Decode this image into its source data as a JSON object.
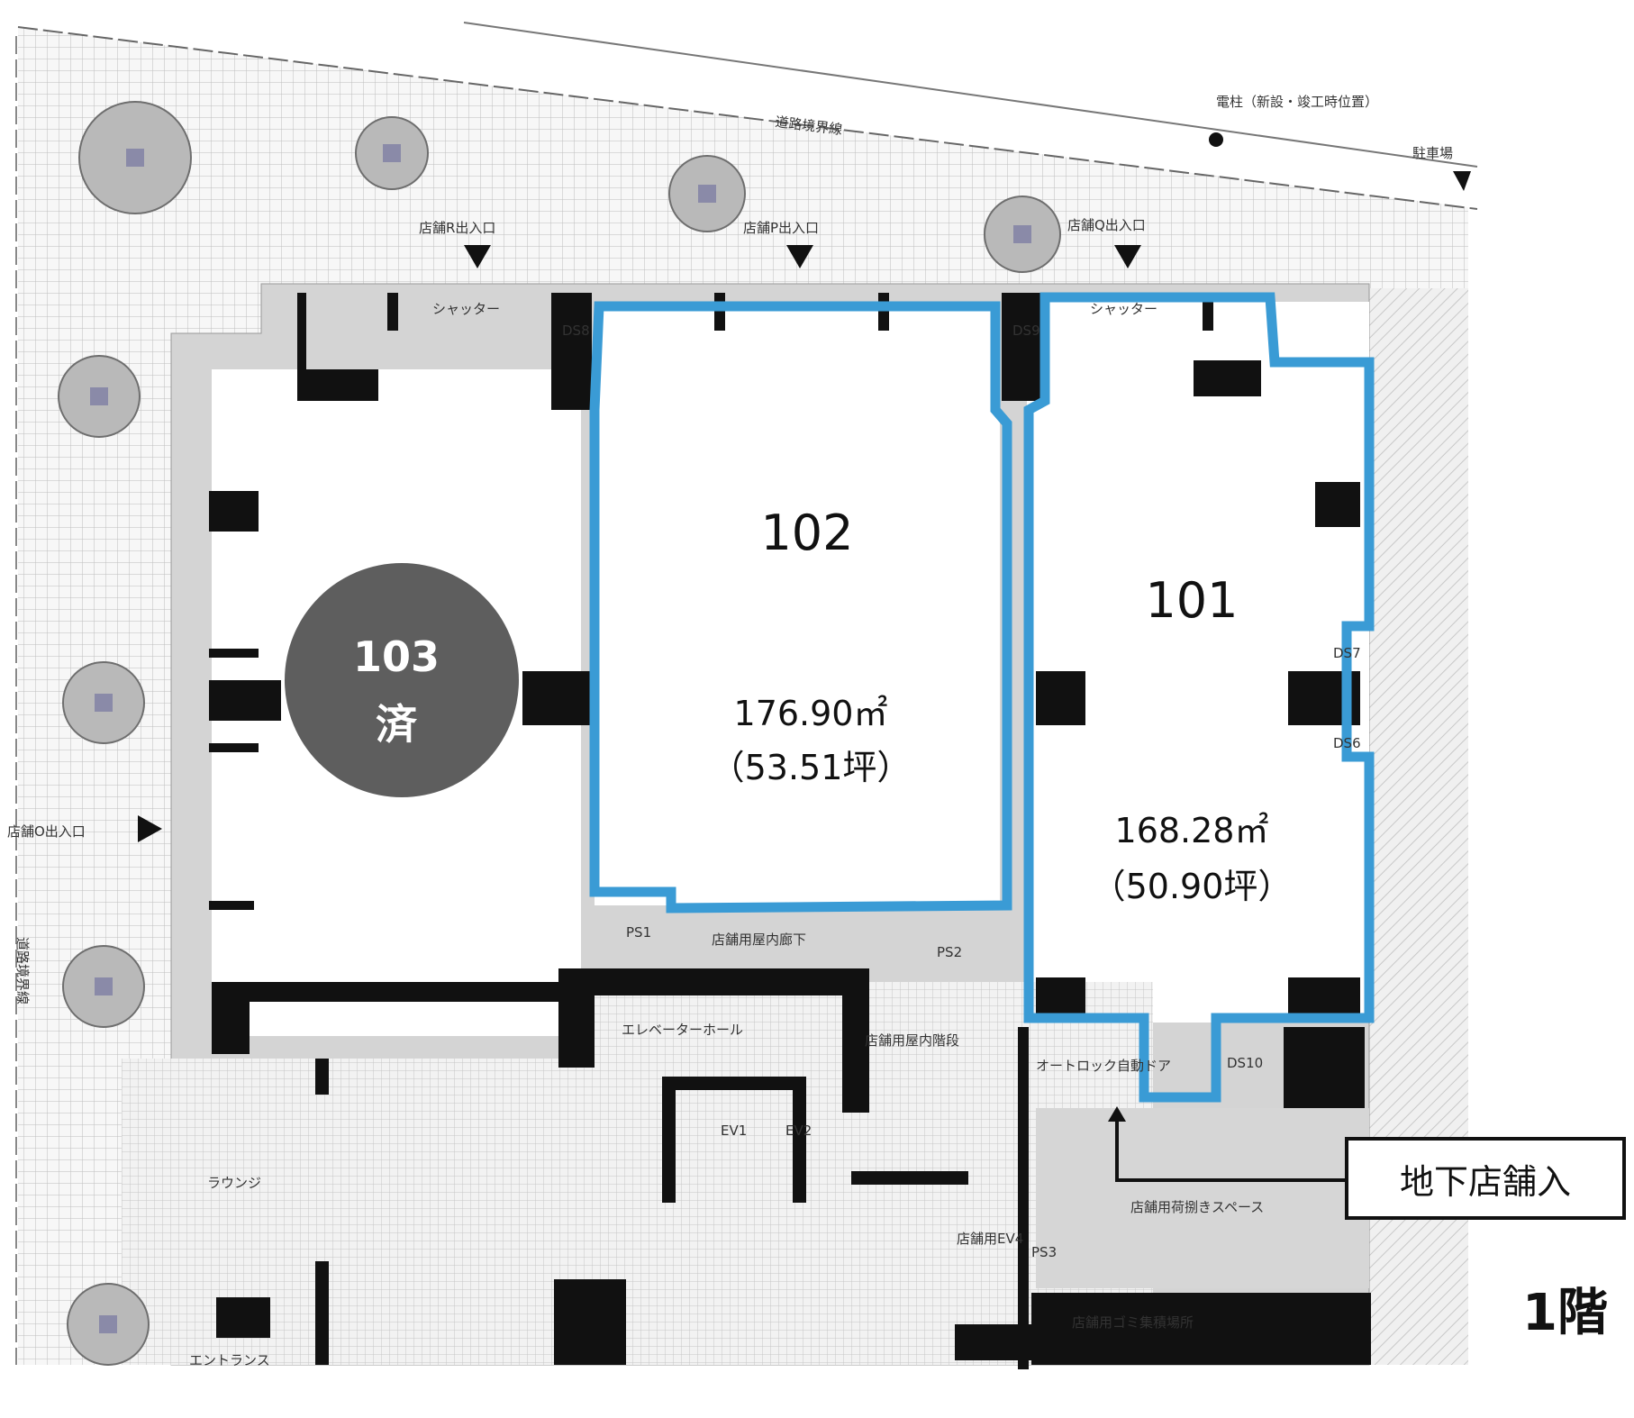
{
  "units": [
    {
      "id": "101",
      "area": "168.28㎡",
      "tsubo": "（50.90坪）",
      "color": "#3a9bd5"
    },
    {
      "id": "102",
      "area": "176.90㎡",
      "tsubo": "（53.51坪）",
      "color": "#3a9bd5"
    },
    {
      "id": "103",
      "status": "済",
      "color": "#5e5e5e"
    }
  ],
  "callout": "地下店舗入",
  "floor": "1階",
  "notes": {
    "road_boundary": "道路境界線",
    "shop_r_entrance": "店舗R出入口",
    "shop_p_entrance": "店舗P出入口",
    "shop_q_entrance": "店舗Q出入口",
    "shop_o_entrance": "店舗O出入口",
    "shutter": "シャッター",
    "elevator_hall": "エレベーターホール",
    "lounge": "ラウンジ",
    "entrance": "エントランス",
    "garbage": "店舗用ゴミ集積場所",
    "loading": "店舗用荷捌きスペース",
    "corridor": "店舗用屋内廊下",
    "stairs": "店舗用屋内階段",
    "ev1": "EV1",
    "ev2": "EV2",
    "ev4": "店舗用EV4",
    "parking": "駐車場",
    "autolock": "オートロック自動ドア",
    "road_side": "道路境界線",
    "pole": "電柱（新設・竣工時位置）",
    "ds6": "DS6",
    "ds7": "DS7",
    "ds8": "DS8",
    "ds9": "DS9",
    "ds10": "DS10",
    "ps1": "PS1",
    "ps2": "PS2",
    "ps3": "PS3"
  }
}
